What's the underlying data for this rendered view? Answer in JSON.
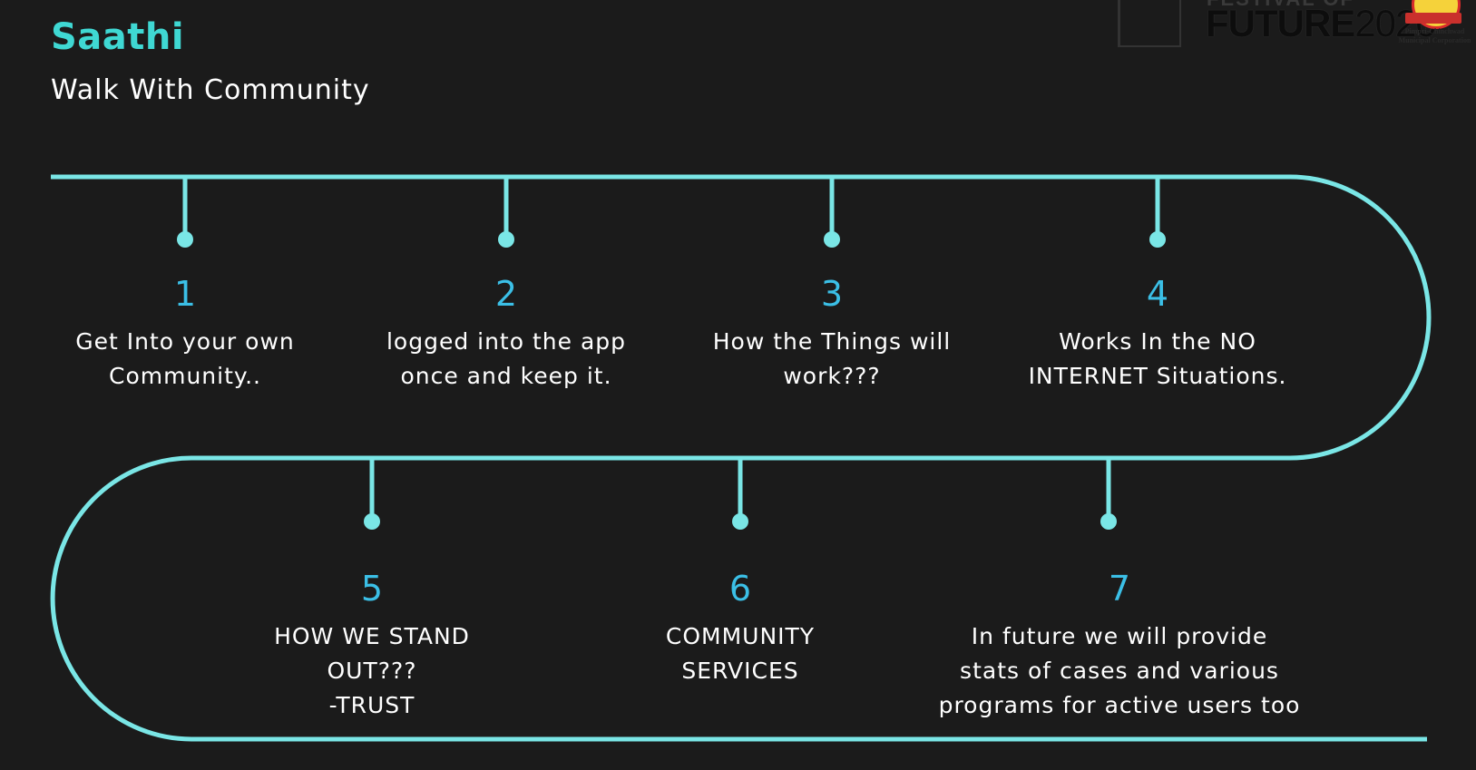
{
  "header": {
    "title": "Saathi",
    "subtitle": "Walk With Community"
  },
  "colors": {
    "background": "#1b1b1b",
    "track": "#7ae6e6",
    "title": "#3fd8d3",
    "number": "#3bbfe6",
    "text": "#ffffff"
  },
  "logos": {
    "festival_top": "FESTIVAL OF",
    "future_bold": "FUTURE",
    "future_year": "2020",
    "seal_caption": "Pimpri-Chinchwad Municipal Corporation"
  },
  "steps": [
    {
      "number": "1",
      "text": "Get Into your own\nCommunity.."
    },
    {
      "number": "2",
      "text": "logged into the app\nonce and keep it."
    },
    {
      "number": "3",
      "text": "How the Things will\nwork???"
    },
    {
      "number": "4",
      "text": "Works In the NO\nINTERNET Situations."
    },
    {
      "number": "5",
      "text": "HOW WE STAND\nOUT???\n-TRUST"
    },
    {
      "number": "6",
      "text": "COMMUNITY\nSERVICES"
    },
    {
      "number": "7",
      "text": "In future we will provide\nstats of cases and various\nprograms for active users too"
    }
  ]
}
